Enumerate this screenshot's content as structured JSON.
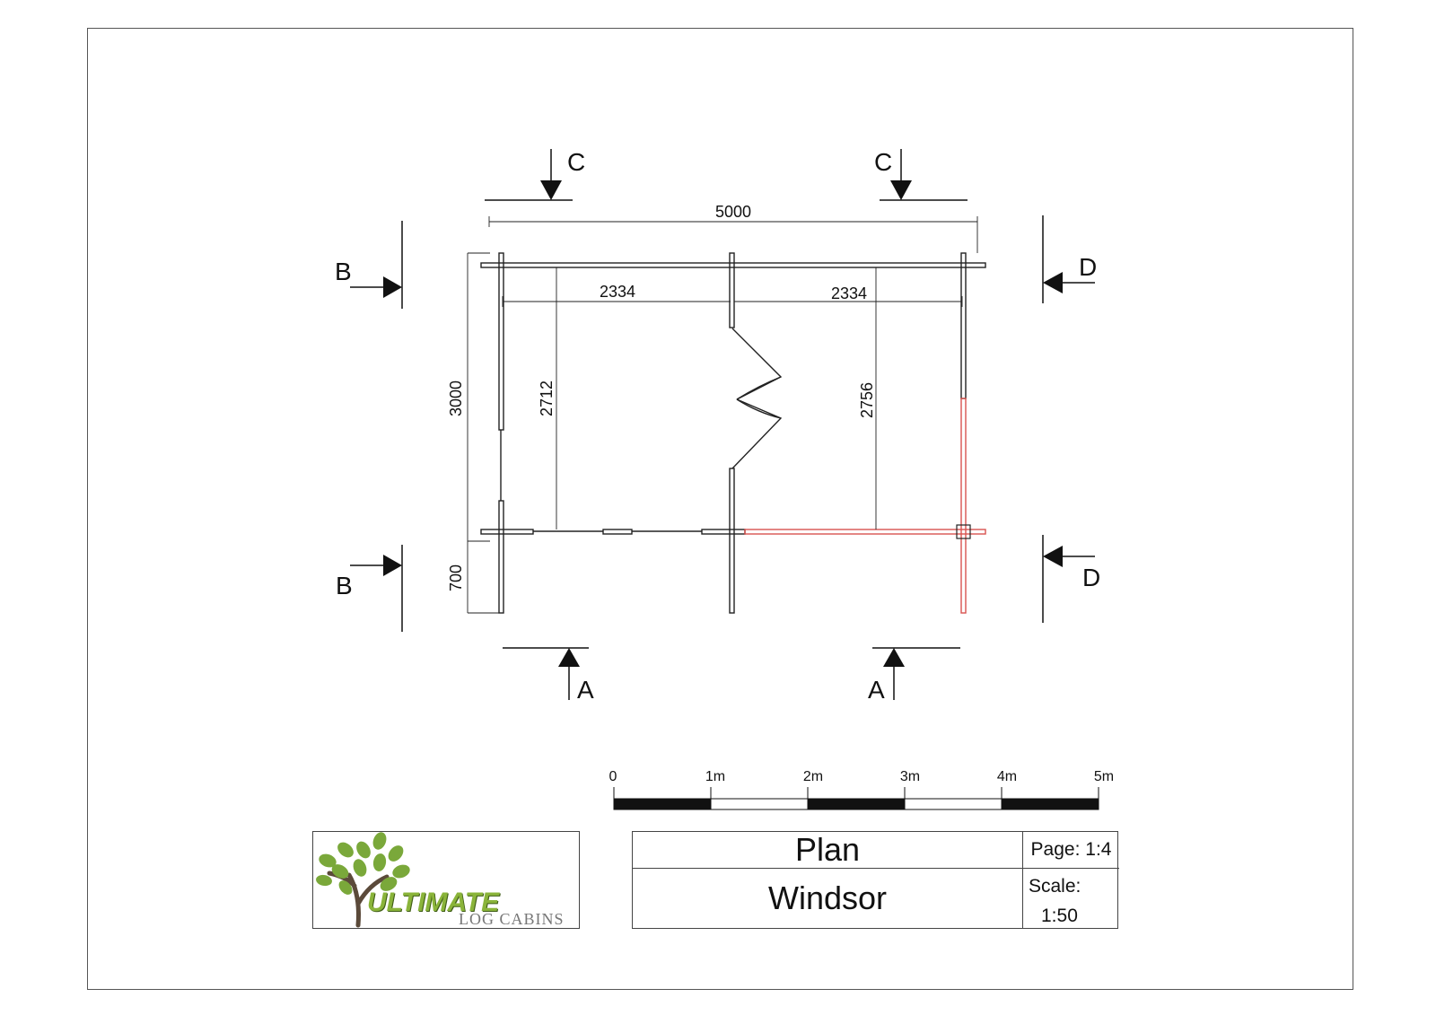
{
  "dimensions": {
    "overall_width": "5000",
    "room_left_width": "2334",
    "room_right_width": "2334",
    "overall_depth": "3000",
    "room_left_depth": "2712",
    "room_right_depth": "2756",
    "canopy_depth": "700"
  },
  "sections": {
    "a": "A",
    "b": "B",
    "c": "C",
    "d": "D"
  },
  "scale_bar": {
    "ticks": [
      "0",
      "1m",
      "2m",
      "3m",
      "4m",
      "5m"
    ]
  },
  "title_block": {
    "drawing": "Plan",
    "model": "Windsor",
    "page": "Page: 1:4",
    "scale_label": "Scale:",
    "scale_value": "1:50"
  },
  "logo": {
    "brand": "ULTIMATE",
    "sub": "LOG CABINS"
  },
  "colors": {
    "line": "#222222",
    "highlight": "#d9534f",
    "leaf": "#7aa83a",
    "trunk": "#5b4a3a"
  }
}
